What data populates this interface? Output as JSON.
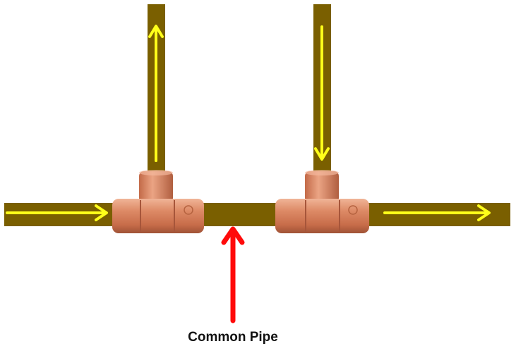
{
  "label": {
    "text": "Common Pipe"
  },
  "colors": {
    "pipe": "#7a5f00",
    "flow_arrow": "#ffff1a",
    "pointer_arrow": "#ff0a0a",
    "copper": "#d9825f",
    "copper_shadow": "#a6553a",
    "copper_highlight": "#f3b89c",
    "label_text": "#111111"
  },
  "diagram": {
    "pipes": [
      "main-horizontal-pipe",
      "left-riser-pipe",
      "right-riser-pipe"
    ],
    "fittings": [
      "left-tee-fitting",
      "right-tee-fitting"
    ],
    "flow_arrows": [
      {
        "name": "inlet-flow-arrow",
        "direction": "right"
      },
      {
        "name": "left-riser-flow-arrow",
        "direction": "up"
      },
      {
        "name": "right-riser-flow-arrow",
        "direction": "down"
      },
      {
        "name": "outlet-flow-arrow",
        "direction": "right"
      }
    ],
    "pointer": {
      "name": "common-pipe-pointer-arrow",
      "direction": "up"
    }
  }
}
